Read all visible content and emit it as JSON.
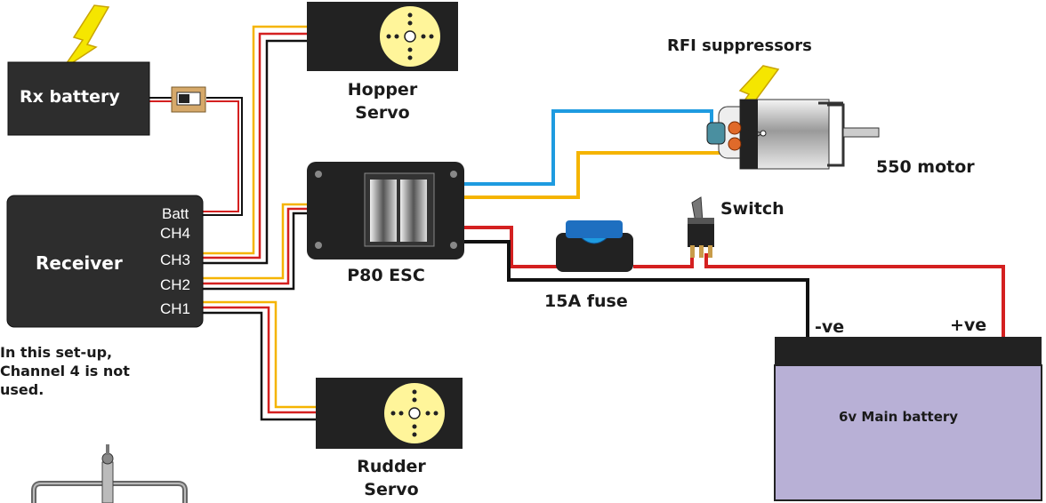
{
  "labels": {
    "rx_battery": "Rx battery",
    "receiver": "Receiver",
    "batt": "Batt",
    "ch4": "CH4",
    "ch3": "CH3",
    "ch2": "CH2",
    "ch1": "CH1",
    "hopper_servo_line1": "Hopper",
    "hopper_servo_line2": "Servo",
    "rudder_servo_line1": "Rudder",
    "rudder_servo_line2": "Servo",
    "esc": "P80 ESC",
    "fuse": "15A fuse",
    "switch": "Switch",
    "rfi": "RFI suppressors",
    "motor": "550 motor",
    "neg": "-ve",
    "pos": "+ve",
    "main_battery": "6v Main battery"
  },
  "note": {
    "line1": "In this set-up,",
    "line2": "Channel 4 is not",
    "line3": "used."
  },
  "colors": {
    "wire_red": "#d42020",
    "wire_yellow": "#f5b400",
    "wire_black": "#111111",
    "wire_blue": "#1e9be0",
    "servo_face": "#fff59a",
    "battery_fill": "#b8b0d6",
    "arrow_yellow": "#f5e600"
  }
}
